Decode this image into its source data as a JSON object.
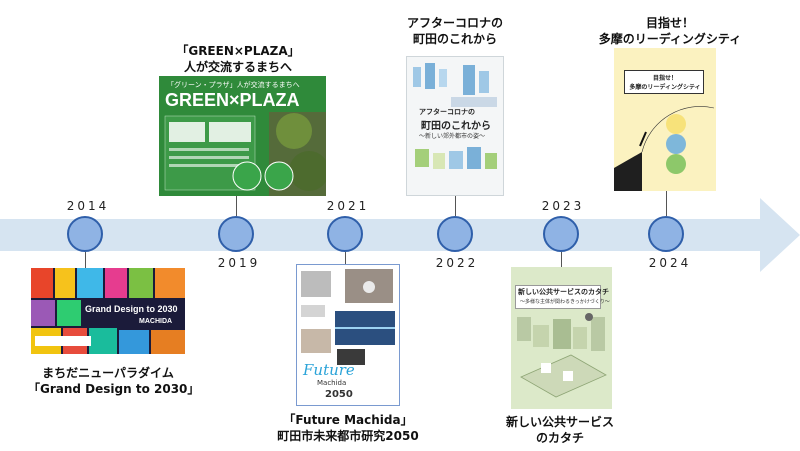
{
  "timeline": {
    "years": [
      "2014",
      "2019",
      "2021",
      "2022",
      "2023",
      "2024"
    ]
  },
  "items": {
    "y2014": {
      "cover_title": "Grand Design to 2030",
      "cover_subtitle": "MACHIDA",
      "caption_line1": "まちだニューパラダイム",
      "caption_line2": "「Grand Design to 2030」"
    },
    "y2019": {
      "cover_subtitle": "「グリーン・プラザ」人が交流するまちへ",
      "cover_title": "GREEN×PLAZA",
      "caption_line1": "「GREEN×PLAZA」",
      "caption_line2": "人が交流するまちへ"
    },
    "y2021": {
      "cover_future": "Future",
      "cover_machida": "Machida",
      "cover_year": "2050",
      "caption_line1": "「Future Machida」",
      "caption_line2": "町田市未来都市研究2050"
    },
    "y2022": {
      "cover_title_line1": "アフターコロナの",
      "cover_title_line2": "町田のこれから",
      "cover_subtitle": "〜新しい郊外都市の姿〜",
      "caption_line1": "アフターコロナの",
      "caption_line2": "町田のこれから"
    },
    "y2023": {
      "cover_title": "新しい公共サービスのカタチ",
      "cover_subtitle": "〜多様な主体が関わるきっかけづくり〜",
      "caption_line1": "新しい公共サービス",
      "caption_line2": "のカタチ"
    },
    "y2024": {
      "cover_title_line1": "目指せ！",
      "cover_title_line2": "多摩のリーディングシティ",
      "caption_line1": "目指せ！",
      "caption_line2": "多摩のリーディングシティ"
    }
  },
  "colors": {
    "arrow_fill": "#d6e4f1",
    "node_fill": "#8fb3e4",
    "node_border": "#2f5faa"
  }
}
